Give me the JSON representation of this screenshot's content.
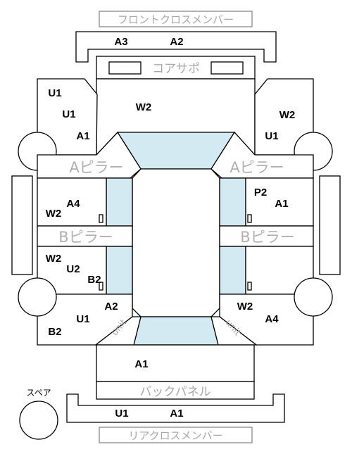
{
  "labels": {
    "front_cross_member": "フロントクロスメンバー",
    "core_support": "コアサポ",
    "a_pillar": "Aピラー",
    "b_pillar": "Bピラー",
    "back_panel": "バックパネル",
    "rear_cross_member": "リアクロスメンバー",
    "spare": "スペア",
    "unit": "unit"
  },
  "codes": {
    "front_member": [
      "A3",
      "A2"
    ],
    "fl_fender": [
      "U1",
      "U1",
      "A1"
    ],
    "hood": "W2",
    "fr_fender": [
      "W2",
      "U1"
    ],
    "fl_door": [
      "W2",
      "A4"
    ],
    "fr_door": [
      "P2",
      "A1"
    ],
    "rl_door": [
      "W2",
      "U2",
      "B2"
    ],
    "rl_quarter": [
      "A2",
      "U1",
      "B2"
    ],
    "rr_quarter": [
      "W2",
      "A4"
    ],
    "trunk": "A1",
    "rear_member": [
      "U1",
      "A1"
    ]
  }
}
